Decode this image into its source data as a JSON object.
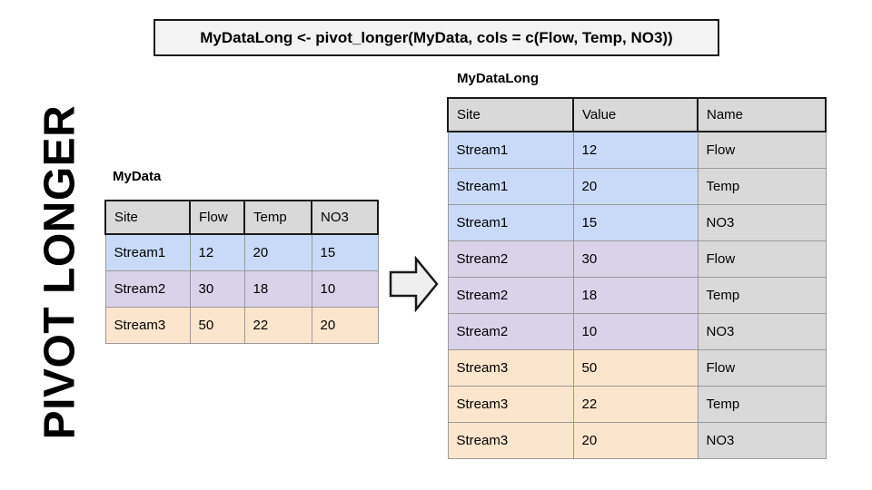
{
  "vertical_title": "PIVOT LONGER",
  "code_box": {
    "text": "MyDataLong <- pivot_longer(MyData, cols = c(Flow, Temp, NO3))"
  },
  "arrow": {
    "icon": "right-block-arrow"
  },
  "colors": {
    "stream1_blue": "#c9daf8",
    "stream2_purple": "#d9d2e9",
    "stream3_orange": "#fce5cd",
    "header_gray": "#d9d9d9",
    "code_box_bg": "#f3f3f3",
    "border_black": "#1a1a1a",
    "cell_border_gray": "#9a9a9a",
    "arrow_fill": "#efefef"
  },
  "my_data": {
    "label": "MyData",
    "headers": [
      "Site",
      "Flow",
      "Temp",
      "NO3"
    ],
    "rows": [
      [
        "Stream1",
        "12",
        "20",
        "15"
      ],
      [
        "Stream2",
        "30",
        "18",
        "10"
      ],
      [
        "Stream3",
        "50",
        "22",
        "20"
      ]
    ]
  },
  "my_data_long": {
    "label": "MyDataLong",
    "headers": [
      "Site",
      "Value",
      "Name"
    ],
    "rows": [
      [
        "Stream1",
        "12",
        "Flow"
      ],
      [
        "Stream1",
        "20",
        "Temp"
      ],
      [
        "Stream1",
        "15",
        "NO3"
      ],
      [
        "Stream2",
        "30",
        "Flow"
      ],
      [
        "Stream2",
        "18",
        "Temp"
      ],
      [
        "Stream2",
        "10",
        "NO3"
      ],
      [
        "Stream3",
        "50",
        "Flow"
      ],
      [
        "Stream3",
        "22",
        "Temp"
      ],
      [
        "Stream3",
        "20",
        "NO3"
      ]
    ]
  }
}
